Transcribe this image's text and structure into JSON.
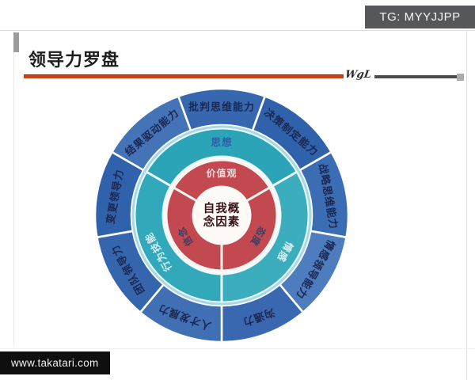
{
  "badges": {
    "tg": "TG: MYYJJPP",
    "site": "www.takatari.com"
  },
  "header": {
    "title": "领导力罗盘",
    "scribble": "WgL"
  },
  "compass": {
    "center_label": [
      "自我概",
      "念因素"
    ],
    "inner_ring": [
      {
        "text": "价值观",
        "angle": -90,
        "tone": "light"
      },
      {
        "text": "态度",
        "angle": 30,
        "tone": "dark"
      },
      {
        "text": "信念",
        "angle": 150,
        "tone": "dark"
      }
    ],
    "middle_ring": [
      {
        "text": "思想",
        "angle": -90,
        "tone": "dark"
      },
      {
        "text": "情感",
        "angle": 30,
        "tone": "light"
      },
      {
        "text": "行为技能",
        "angle": 150,
        "tone": "light"
      }
    ],
    "outer_ring": [
      {
        "text": "批判思维能力",
        "angle": -90,
        "color": "#3667af"
      },
      {
        "text": "决策制定能力",
        "angle": -50,
        "color": "#2f62ab"
      },
      {
        "text": "战略思维能力",
        "angle": -10,
        "color": "#3b6db4"
      },
      {
        "text": "情感领导能力",
        "angle": 30,
        "color": "#4d7dbe"
      },
      {
        "text": "沟通力",
        "angle": 70,
        "color": "#3968b0"
      },
      {
        "text": "人才发展力",
        "angle": 110,
        "color": "#416fb3"
      },
      {
        "text": "团队领导力",
        "angle": 150,
        "color": "#3566ad"
      },
      {
        "text": "变更领导力",
        "angle": 190,
        "color": "#2f62ab"
      },
      {
        "text": "结果驱动能力",
        "angle": 230,
        "color": "#4474b7"
      }
    ],
    "colors": {
      "inner": "#c1494f",
      "middle_top": "#2aa4b6",
      "middle_right": "#3cadbd",
      "middle_left": "#31a9ba",
      "separator": "#a6d9e6",
      "center_bg": "#fdfaf7",
      "inner_text_dark": "#3c3f63",
      "inner_text_light": "#f2dcdc",
      "middle_text_dark": "#2d5da9",
      "middle_text_light": "#d8eef3",
      "outer_text": "#1c2750",
      "center_text": "#3a1214"
    }
  }
}
